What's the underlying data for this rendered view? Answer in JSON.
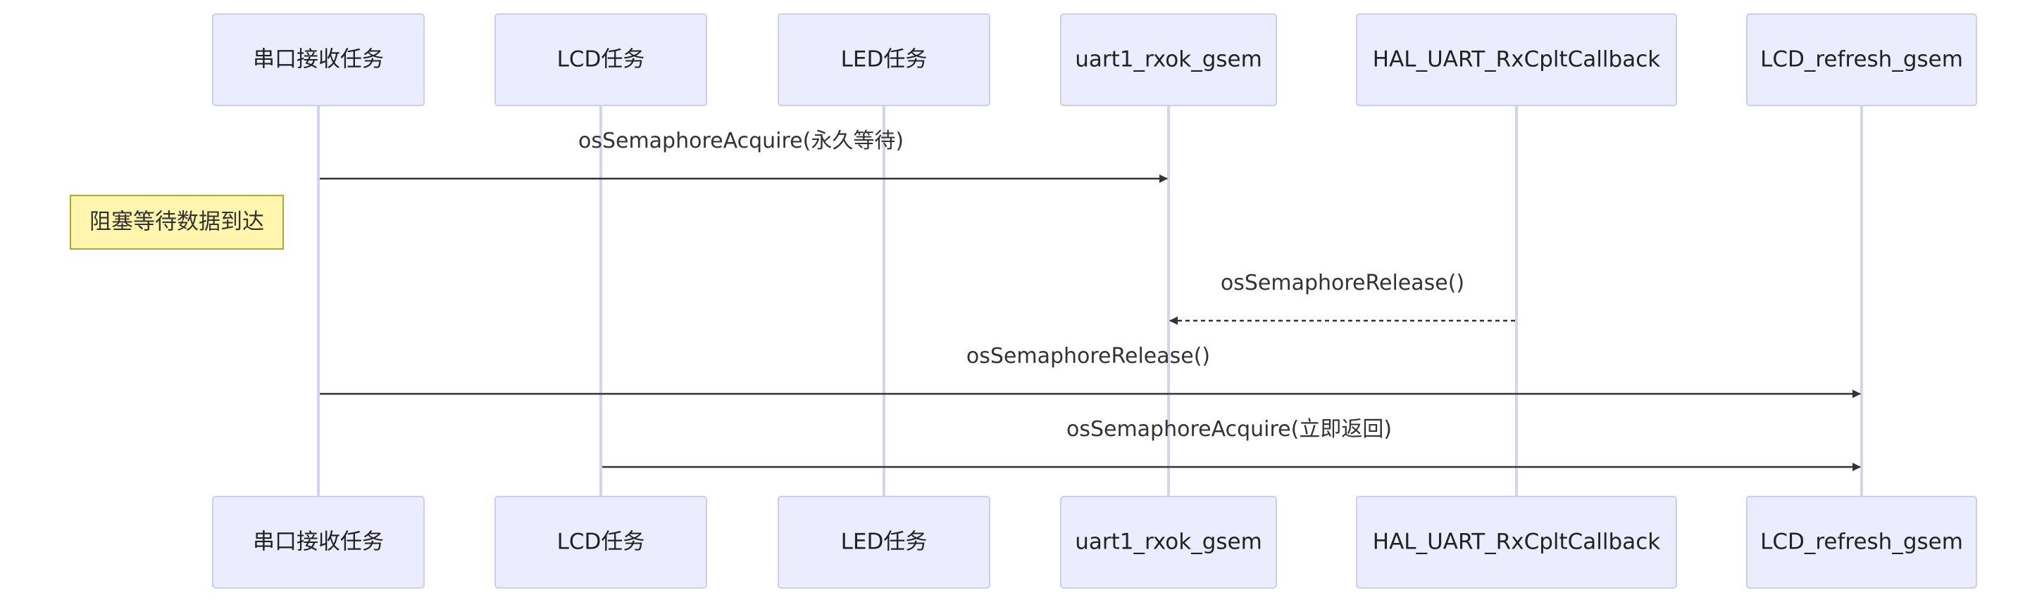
{
  "participants": [
    {
      "id": "serial",
      "label": "串口接收任务"
    },
    {
      "id": "lcd",
      "label": "LCD任务"
    },
    {
      "id": "led",
      "label": "LED任务"
    },
    {
      "id": "rxok",
      "label": "uart1_rxok_gsem"
    },
    {
      "id": "hal",
      "label": "HAL_UART_RxCpltCallback"
    },
    {
      "id": "refresh",
      "label": "LCD_refresh_gsem"
    }
  ],
  "messages": [
    {
      "from": "serial",
      "to": "rxok",
      "label": "osSemaphoreAcquire(永久等待)",
      "style": "solid"
    },
    {
      "from": "hal",
      "to": "rxok",
      "label": "osSemaphoreRelease()",
      "style": "dashed"
    },
    {
      "from": "serial",
      "to": "refresh",
      "label": "osSemaphoreRelease()",
      "style": "solid"
    },
    {
      "from": "lcd",
      "to": "refresh",
      "label": "osSemaphoreAcquire(立即返回)",
      "style": "solid"
    }
  ],
  "notes": [
    {
      "anchor": "serial",
      "placement": "left-of",
      "text": "阻塞等待数据到达"
    }
  ],
  "colors": {
    "actor_fill": "#ececff",
    "actor_stroke": "#cdcdf2",
    "lifeline": "#d6d3f2",
    "message_line": "#333333",
    "note_fill": "#fff5ad",
    "note_stroke": "#aaaa33"
  }
}
